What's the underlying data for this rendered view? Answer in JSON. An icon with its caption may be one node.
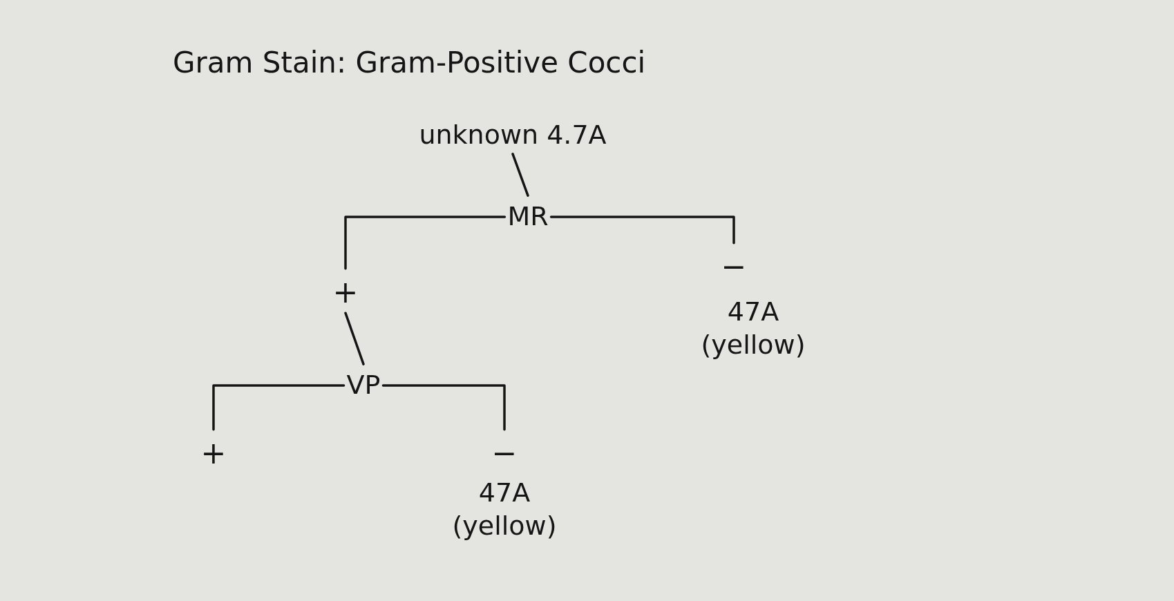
{
  "diagram": {
    "title": "Gram Stain: Gram-Positive Cocci",
    "nodes": [
      {
        "text": [
          "unknown 4.7A"
        ]
      },
      {
        "text": [
          "MR"
        ]
      },
      {
        "text": [
          "+"
        ]
      },
      {
        "text": [
          "−"
        ],
        "beside": [
          "47A (yellow)"
        ]
      },
      {
        "text": [
          "VP"
        ]
      },
      {
        "text": [
          "+"
        ]
      },
      {
        "text": [
          "−"
        ],
        "beside": [
          "47A (yellow)"
        ]
      }
    ],
    "edges": [
      {
        "from": 0,
        "to": 1,
        "arrow": "none"
      },
      {
        "from": 1,
        "to": 2,
        "arrow": "none"
      },
      {
        "from": 1,
        "to": 3,
        "arrow": "none"
      },
      {
        "from": 2,
        "to": 4,
        "arrow": "none"
      },
      {
        "from": 4,
        "to": 5,
        "arrow": "none"
      },
      {
        "from": 4,
        "to": 6,
        "arrow": "none"
      }
    ]
  }
}
